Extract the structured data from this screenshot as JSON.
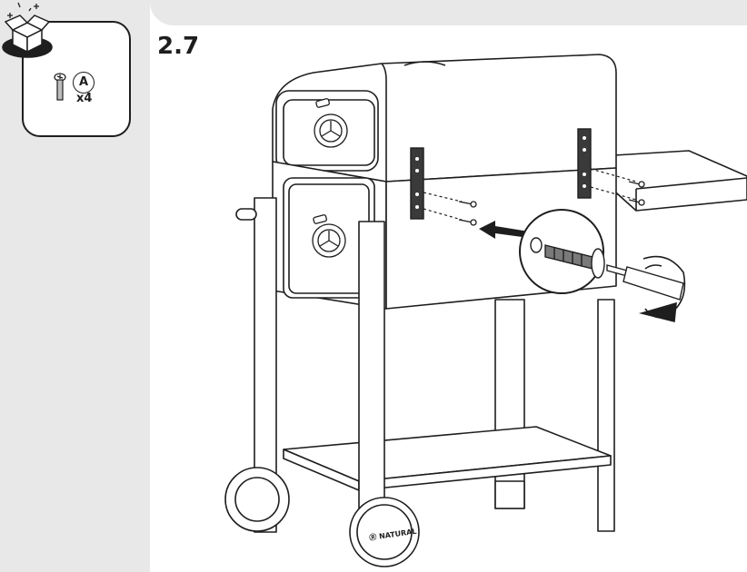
{
  "step": {
    "number": "2.7"
  },
  "parts": {
    "part_letter": "A",
    "quantity": "x4"
  },
  "illustration": {
    "subject": "barbecue-cart",
    "wheel_brand_mark": "Ⓡ NATURAL"
  },
  "icons": [
    "open-box-icon",
    "screw-icon",
    "screwdriver-icon",
    "rotation-arrow-icon",
    "insert-arrow-icon"
  ],
  "colors": {
    "band": "#e8e8e8",
    "ink": "#1e1e1e",
    "paper": "#ffffff"
  }
}
